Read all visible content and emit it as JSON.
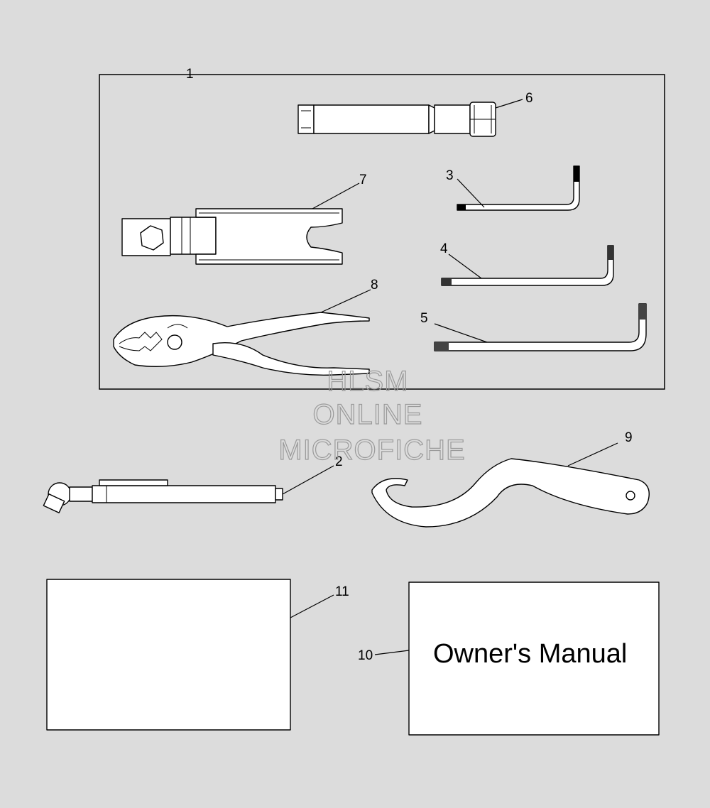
{
  "callouts": [
    {
      "id": "1",
      "label": "1"
    },
    {
      "id": "2",
      "label": "2"
    },
    {
      "id": "3",
      "label": "3"
    },
    {
      "id": "4",
      "label": "4"
    },
    {
      "id": "5",
      "label": "5"
    },
    {
      "id": "6",
      "label": "6"
    },
    {
      "id": "7",
      "label": "7"
    },
    {
      "id": "8",
      "label": "8"
    },
    {
      "id": "9",
      "label": "9"
    },
    {
      "id": "10",
      "label": "10"
    },
    {
      "id": "11",
      "label": "11"
    }
  ],
  "manual": {
    "title": "Owner's Manual"
  },
  "watermark": {
    "line1": "HLSM",
    "line2": "ONLINE",
    "line3": "MICROFICHE"
  },
  "colors": {
    "background": "#dcdcdc",
    "line": "#000000",
    "part_fill": "#ffffff",
    "watermark": "#9a9a9a"
  }
}
